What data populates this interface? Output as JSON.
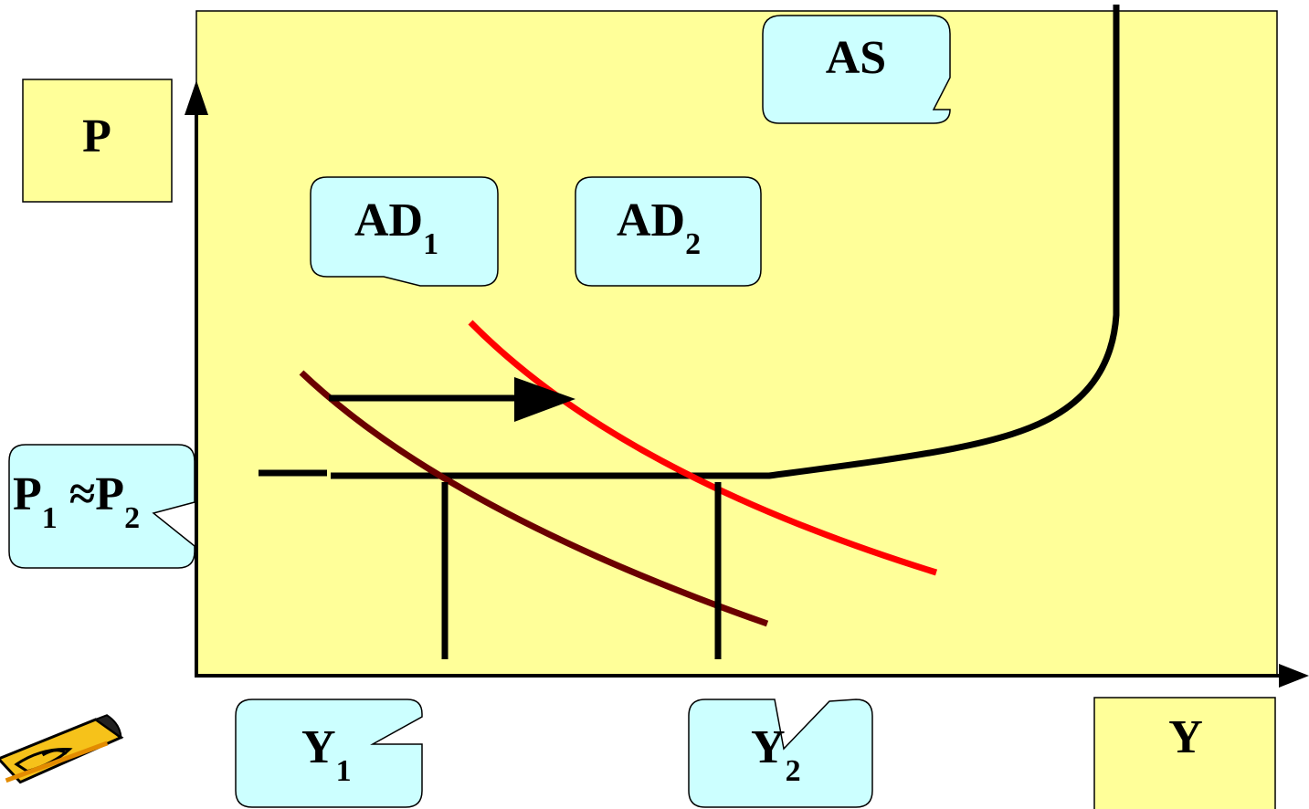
{
  "colors": {
    "plot_bg": "#ffff99",
    "callout_bg": "#ccffff",
    "ad1": "#6b0000",
    "ad2": "#ff0000",
    "as": "#000000",
    "axis": "#000000"
  },
  "labels": {
    "p_axis": "P",
    "y_axis": "Y",
    "as": "AS",
    "ad1_main": "AD",
    "ad1_sub": "1",
    "ad2_main": "AD",
    "ad2_sub": "2",
    "p_level_p": "P",
    "p_level_sub1": "1",
    "p_level_approx": " ≈P",
    "p_level_sub2": "2",
    "y1_main": "Y",
    "y1_sub": "1",
    "y2_main": "Y",
    "y2_sub": "2"
  },
  "icons": {
    "corner": "pencil-icon"
  }
}
